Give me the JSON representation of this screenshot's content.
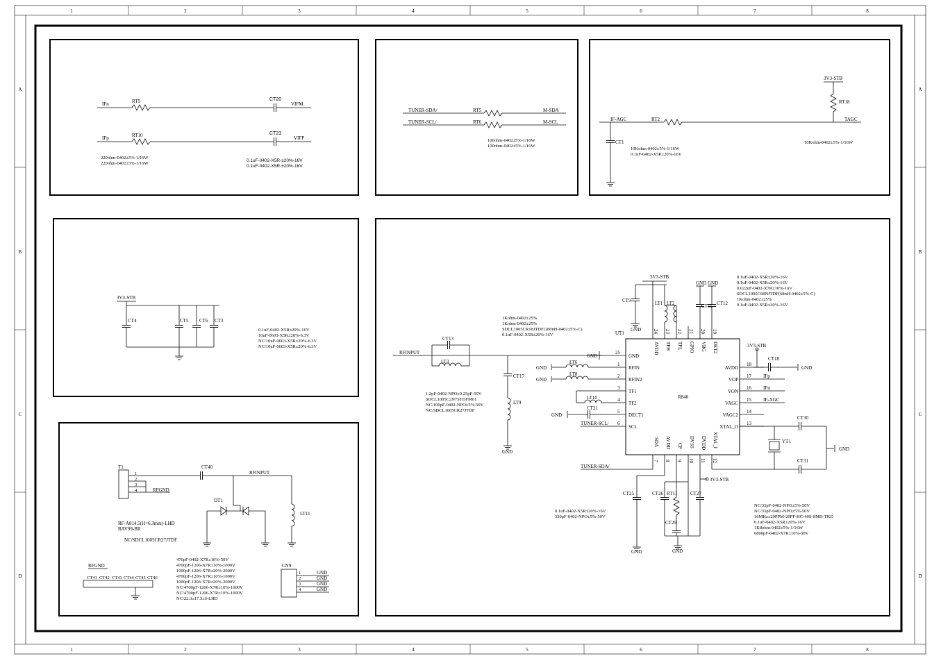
{
  "frame": {
    "cols": [
      "1",
      "2",
      "3",
      "4",
      "5",
      "6",
      "7",
      "8"
    ],
    "rows": [
      "A",
      "B",
      "C",
      "D"
    ]
  },
  "ifblock": {
    "ifn": "IFn",
    "ifp": "IFp",
    "rt9": "RT9",
    "rt10": "RT10",
    "ct20": "CT20",
    "ct23": "CT23",
    "vifm": "VIFM",
    "vifp": "VIFP",
    "res1": "220ohm-0402±5%-1/16W",
    "res2": "220ohm-0402±5%-1/16W",
    "cap1": "0.1uF-0402-X5R-±20%-16V",
    "cap2": "0.1uF-0402-X5R-±20%-16V"
  },
  "i2c": {
    "sda": "TUNER-SDA/",
    "scl": "TUNER-SCL/",
    "rt5": "RT5",
    "rt6": "RT6",
    "msda": "M-SDA",
    "mscl": "M-SCL",
    "v1": "100ohm-0402±5%-1/16W",
    "v2": "100ohm-0402±5%-1/16W"
  },
  "agc": {
    "stb": "3V3-STB",
    "rt18": "RT18",
    "ifagc": "IF-AGC",
    "rt2": "RT2",
    "tagc": "TAGC",
    "ct1": "CT1",
    "v1": "10Kohm-0402±5%-1/16W",
    "v2": "0.1uF-0402-X5R±20%-16V",
    "v3": "10Kohm-0402±5%-1/16W"
  },
  "power": {
    "stb": "3V3-STB",
    "ct4": "CT4",
    "ct5": "CT5",
    "ct6": "CT6",
    "ct3": "CT3",
    "v1": "0.1uF-0402-X5R±20%-16V",
    "v2": "10uF-0603-X5R±20%-6.3V",
    "v3": "NC/10uF-0603-X5R±20%-6.3V",
    "v4": "NC/10uF-0603-X5R±20%-6.3V"
  },
  "tuner": {
    "ic": "R840",
    "ref": "UT1",
    "left_pins": [
      {
        "num": "25",
        "name": "GND"
      },
      {
        "num": "1",
        "name": "RFIN"
      },
      {
        "num": "2",
        "name": "RFIN2"
      },
      {
        "num": "3",
        "name": "TF1"
      },
      {
        "num": "4",
        "name": "TF2"
      },
      {
        "num": "5",
        "name": "DECT1"
      },
      {
        "num": "6",
        "name": "SCL"
      }
    ],
    "right_pins": [
      {
        "num": "18",
        "name": "AVDD"
      },
      {
        "num": "17",
        "name": "VOP"
      },
      {
        "num": "16",
        "name": "VON"
      },
      {
        "num": "15",
        "name": "VAGC"
      },
      {
        "num": "14",
        "name": "VAGC2"
      },
      {
        "num": "13",
        "name": "XTAL_O"
      },
      {
        "num": "12",
        "name": "XTAL_I"
      }
    ],
    "top_pins": [
      {
        "num": "24",
        "name": "AVDD"
      },
      {
        "num": "23",
        "name": "TFH"
      },
      {
        "num": "22",
        "name": "TFL"
      },
      {
        "num": "21",
        "name": "GPIO"
      },
      {
        "num": "20",
        "name": "VBG"
      },
      {
        "num": "19",
        "name": "DET2"
      }
    ],
    "bottom_pins": [
      {
        "num": "7",
        "name": "SDA"
      },
      {
        "num": "8",
        "name": "AVDD"
      },
      {
        "num": "9",
        "name": "CP"
      },
      {
        "num": "10",
        "name": "DVSS"
      },
      {
        "num": "11",
        "name": "DVDD"
      },
      {
        "num": "12",
        "name": "XTAL_I"
      }
    ],
    "rfinput": "RFINPUT",
    "ct13": "CT13",
    "lt3": "LT3",
    "ct17": "CT17",
    "lt9": "LT9",
    "lt6": "LT6",
    "lt8": "LT8",
    "lt10": "LT10",
    "ct21": "CT21",
    "ct9": "CT9",
    "lt1": "LT1",
    "lt2": "LT2",
    "ct11": "CT11",
    "ct12": "CT12",
    "ct18": "CT18",
    "ct30": "CT30",
    "ct31": "CT31",
    "yt1": "YT1",
    "ct25": "CT25",
    "ct26": "CT26",
    "rt11": "RT11",
    "ct27": "CT27",
    "ct29": "CT29",
    "gnd": "GND",
    "stb": "3V3-STB",
    "sda": "TUNER-SDA/",
    "scl": "TUNER-SCL/",
    "ifp": "IFp",
    "ifn": "IFn",
    "ifagc": "IF-AGC",
    "notes_mid": [
      "1Kohm-0402±25%",
      "1Kohm-0402±25%",
      "SDCL1005CR18JTDF(180nH-0402±5%-C)",
      "0.1uF-0402-X5R±20%-16V"
    ],
    "notes_left": [
      "1.2pF-0402-NPO±0.25pF-50V",
      "SDCL1005C2N7STDFM01",
      "NC/100pF-0402-NPO±5%-50V",
      "NC/SDCL1005CR27JTDF"
    ],
    "notes_top": [
      "0.1uF-0402-X5R±20%-16V",
      "0.1uF-0402-X5R±20%-16V",
      "0.022uF-0402-X7R±10%-16V",
      "SDCL1005C68NJTDF(68nH-0402±5%-C)",
      "1Kohm-0402±25%",
      "0.1uF-0402-X5R±20%-16V"
    ],
    "notes_bottom": [
      "0.1uF-0402-X5R±20%-16V",
      "330pF-0402-NPO±5%-50V"
    ],
    "notes_right": [
      "NC/33pF-0402-NPO±5%-50V",
      "NC/33pF-0402-NPO±5%-50V",
      "16MHz±20PPM-20PF-HC-49S-SMD-TKD",
      "0.1uF-0402-X5R±20%-16V",
      "1K8ohm-0402±5%-1/16W",
      "6800pF-0402-X7R±10%-50V"
    ]
  },
  "connector": {
    "t1": "T1",
    "ct40": "CT40",
    "rfinput": "RFINPUT",
    "rfgnd": "RFGND",
    "dt1": "DT1",
    "lt11": "LT11",
    "pins": [
      "1",
      "2",
      "3",
      "4"
    ],
    "v1": "RF-A814.5(H=6.3mm)-LHD",
    "v2": "BAV99-BR",
    "v3": "NC/SDCL1005CR27JTDF",
    "caps": [
      "CT41",
      "CT42",
      "CT43",
      "CT44",
      "CT45",
      "CT46"
    ],
    "cap_notes": [
      "470pF-0402-X7R±10%-50V",
      "4700pF-1206-X7R±10%-1000V",
      "1000pF-1206-X7R±20%-2000V",
      "4700pF-1206-X7R±10%-1000V",
      "1000pF-1206-X7R±20%-2000V",
      "NC/4700pF-1206-X7R±10%-1000V",
      "NC/4700pF-1206-X7R±10%-1000V",
      "NC/22.3±17.3±6-LHD"
    ],
    "cn9": "CN9",
    "cn9_pins": [
      "1",
      "2",
      "3",
      "4"
    ],
    "cn9_net": "GND"
  }
}
